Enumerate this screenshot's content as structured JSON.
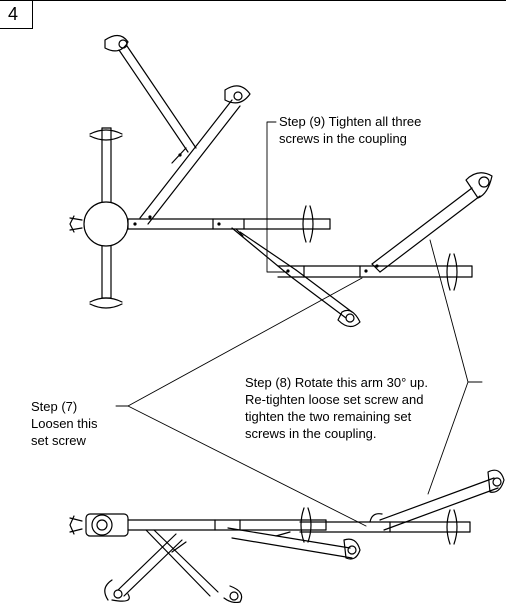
{
  "figure": {
    "step_number": "4",
    "callouts": {
      "step9": "Step (9) Tighten all three\nscrews in the coupling",
      "step8": "Step (8) Rotate this arm 30° up.\nRe-tighten loose set screw and\ntighten the two remaining set\nscrews in the coupling.",
      "step7": "Step (7)\nLoosen this\nset screw"
    }
  }
}
